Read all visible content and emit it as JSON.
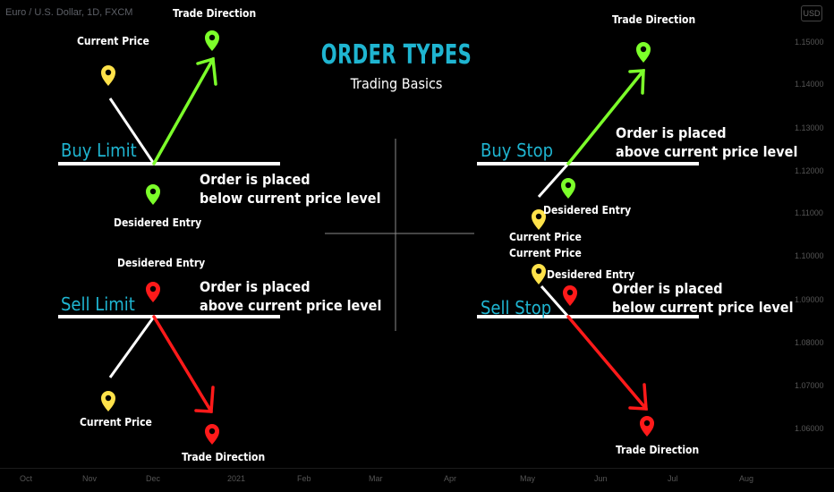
{
  "header": {
    "symbol_text": "Euro / U.S. Dollar, 1D, FXCM",
    "currency_button": "USD"
  },
  "price_axis": [
    "1.15000",
    "1.14000",
    "1.13000",
    "1.12000",
    "1.11000",
    "1.10000",
    "1.09000",
    "1.08000",
    "1.07000",
    "1.06000"
  ],
  "time_axis": [
    "Oct",
    "Nov",
    "Dec",
    "2021",
    "Feb",
    "Mar",
    "Apr",
    "May",
    "Jun",
    "Jul",
    "Aug"
  ],
  "diagram": {
    "title": "ORDER TYPES",
    "subtitle": "Trading Basics",
    "buy_limit": {
      "name": "Buy Limit",
      "note_line1": "Order is placed",
      "note_line2": "below current price level",
      "current_price_label": "Current Price",
      "entry_label": "Desidered Entry",
      "direction_label": "Trade Direction"
    },
    "sell_limit": {
      "name": "Sell Limit",
      "note_line1": "Order is placed",
      "note_line2": "above current price level",
      "current_price_label": "Current Price",
      "entry_label": "Desidered Entry",
      "direction_label": "Trade Direction"
    },
    "buy_stop": {
      "name": "Buy Stop",
      "note_line1": "Order is placed",
      "note_line2": "above current price level",
      "current_price_label": "Current Price",
      "entry_label": "Desidered Entry",
      "direction_label": "Trade Direction"
    },
    "sell_stop": {
      "name": "Sell Stop",
      "note_line1": "Order is placed",
      "note_line2": "below current price level",
      "current_price_label": "Current Price",
      "entry_label": "Desidered Entry",
      "direction_label": "Trade Direction"
    }
  },
  "colors": {
    "background": "#000000",
    "accent_cyan": "#1fb5d1",
    "current_price_yellow": "#ffe24a",
    "buy_green": "#7cff2a",
    "sell_red": "#ff1a1a",
    "level_line": "#ffffff"
  }
}
